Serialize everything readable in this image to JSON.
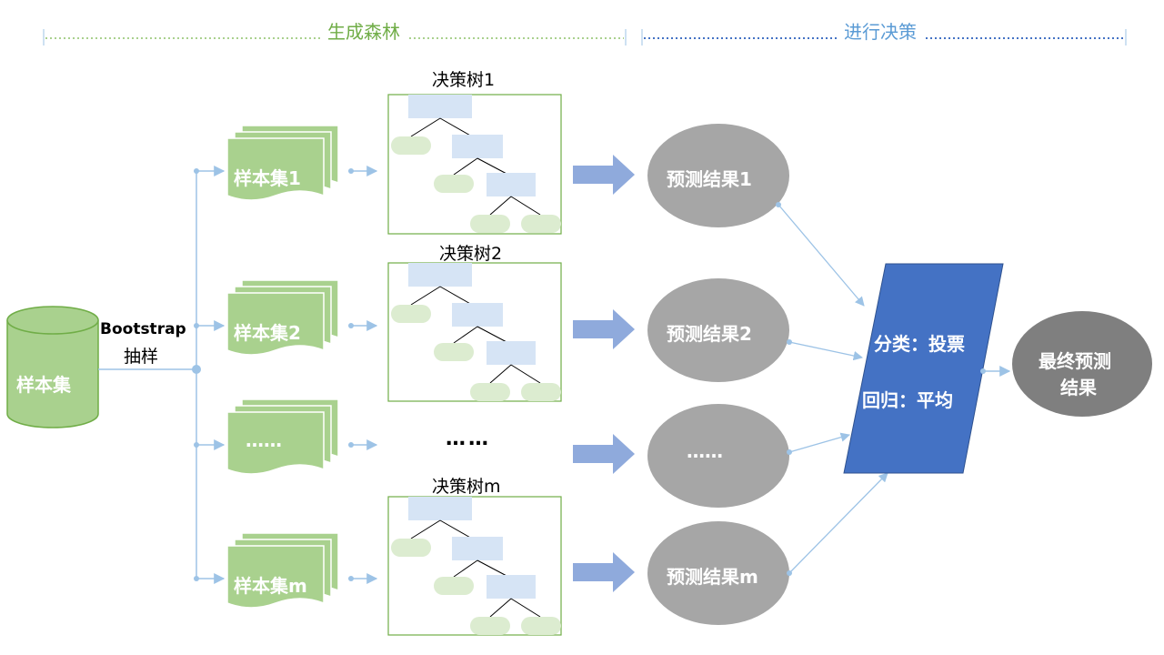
{
  "sections": {
    "forest_label": "生成森林",
    "decision_label": "进行决策"
  },
  "source": {
    "label": "样本集"
  },
  "bootstrap": {
    "line1": "Bootstrap",
    "line2": "抽样"
  },
  "samples": [
    {
      "label": "样本集1"
    },
    {
      "label": "样本集2"
    },
    {
      "label": "……"
    },
    {
      "label": "样本集m"
    }
  ],
  "trees": [
    {
      "title": "决策树1"
    },
    {
      "title": "决策树2"
    },
    {
      "title": "……"
    },
    {
      "title": "决策树m"
    }
  ],
  "predictions": [
    {
      "label": "预测结果1"
    },
    {
      "label": "预测结果2"
    },
    {
      "label": "……"
    },
    {
      "label": "预测结果m"
    }
  ],
  "aggregate": {
    "classification": "分类：投票",
    "regression": "回归：平均"
  },
  "final": {
    "line1": "最终预测",
    "line2": "结果"
  },
  "colors": {
    "green_fill": "#a9d18e",
    "green_stroke": "#70ad47",
    "blue_arrow": "#8faadc",
    "thin_line": "#9dc3e6",
    "gray_ellipse": "#a6a6a6",
    "dark_ellipse": "#7f7f7f",
    "blue_box": "#4472c4"
  }
}
